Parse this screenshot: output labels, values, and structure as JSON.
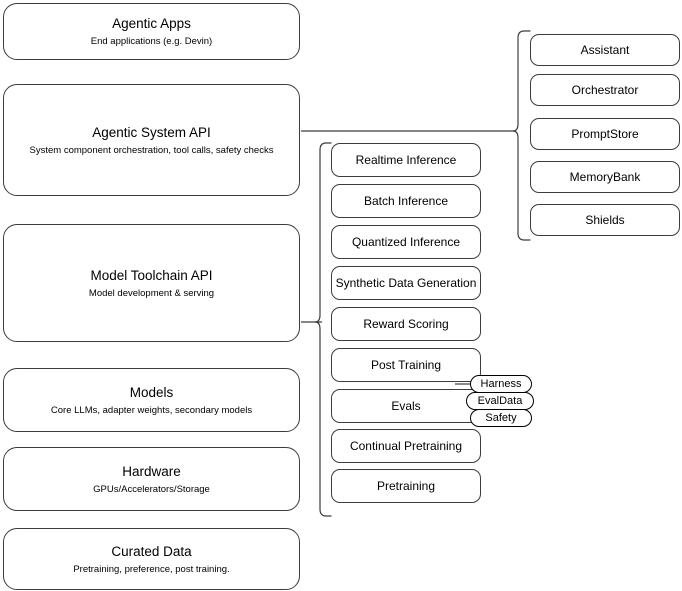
{
  "diagram": {
    "title": "Agentic stack layers",
    "stroke_color": "#3c3c3c",
    "badge_stroke_color": "#000000",
    "background_color": "#ffffff"
  },
  "layers": [
    {
      "title": "Agentic Apps",
      "subtitle": "End applications (e.g. Devin)"
    },
    {
      "title": "Agentic System API",
      "subtitle": "System component orchestration, tool calls, safety checks"
    },
    {
      "title": "Model Toolchain API",
      "subtitle": "Model development & serving"
    },
    {
      "title": "Models",
      "subtitle": "Core LLMs, adapter weights, secondary models"
    },
    {
      "title": "Hardware",
      "subtitle": "GPUs/Accelerators/Storage"
    },
    {
      "title": "Curated Data",
      "subtitle": "Pretraining, preference, post training."
    }
  ],
  "toolchain_components": [
    {
      "label": "Realtime Inference"
    },
    {
      "label": "Batch Inference"
    },
    {
      "label": "Quantized Inference"
    },
    {
      "label": "Synthetic Data Generation"
    },
    {
      "label": "Reward Scoring"
    },
    {
      "label": "Post Training"
    },
    {
      "label": "Evals"
    },
    {
      "label": "Continual Pretraining"
    },
    {
      "label": "Pretraining"
    }
  ],
  "system_components": [
    {
      "label": "Assistant"
    },
    {
      "label": "Orchestrator"
    },
    {
      "label": "PromptStore"
    },
    {
      "label": "MemoryBank"
    },
    {
      "label": "Shields"
    }
  ],
  "eval_badges": [
    {
      "label": "Harness"
    },
    {
      "label": "EvalData"
    },
    {
      "label": "Safety"
    }
  ]
}
